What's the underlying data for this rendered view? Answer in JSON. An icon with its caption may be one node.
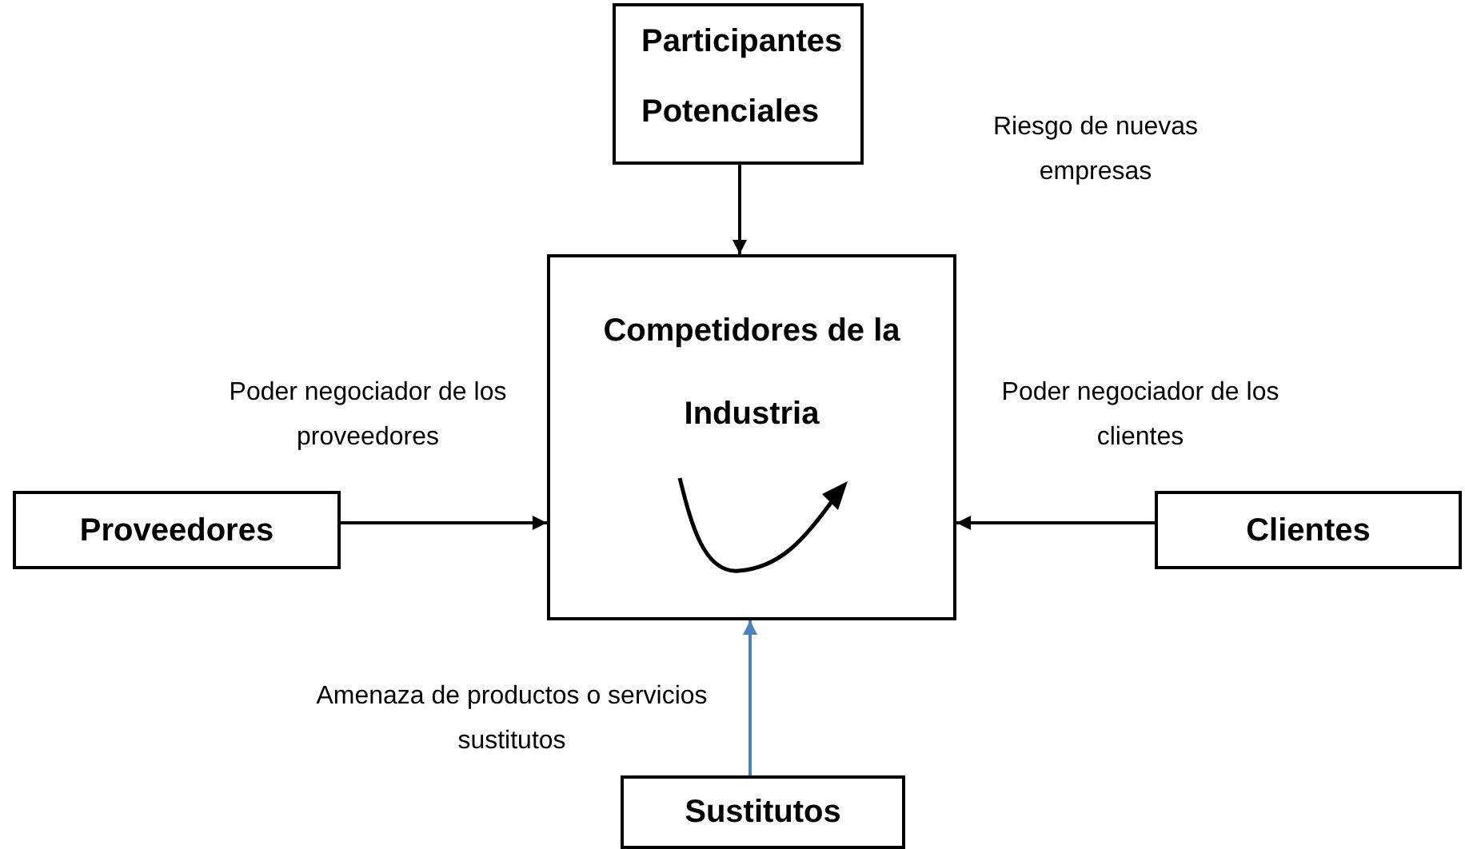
{
  "diagram": {
    "nodes": [
      {
        "text": [
          "Participantes Potenciales"
        ]
      },
      {
        "text": [
          "Competidores de la Industria"
        ]
      },
      {
        "text": [
          "Proveedores"
        ]
      },
      {
        "text": [
          "Clientes"
        ]
      },
      {
        "text": [
          "Sustitutos"
        ]
      }
    ],
    "edges": [
      {
        "from": 0,
        "to": 1,
        "arrow": "to"
      },
      {
        "from": 2,
        "to": 1,
        "arrow": "to"
      },
      {
        "from": 3,
        "to": 1,
        "arrow": "to"
      },
      {
        "from": 4,
        "to": 1,
        "arrow": "to",
        "color": "#4f81bd"
      }
    ],
    "labels": [
      "Riesgo de nuevas empresas",
      "Poder negociador de los proveedores",
      "Poder negociador de los clientes",
      "Amenaza de productos o servicios sustitutos"
    ]
  }
}
